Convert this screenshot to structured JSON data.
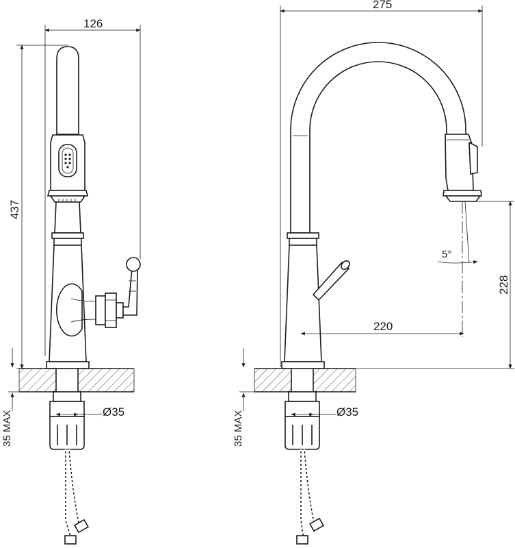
{
  "front_view": {
    "width": "126",
    "height": "437",
    "hose_diameter": "Ø35",
    "mounting": "35 MAX"
  },
  "side_view": {
    "width": "275",
    "spout_height": "228",
    "reach": "220",
    "angle": "5°",
    "hose_diameter": "Ø35",
    "mounting": "35 MAX"
  }
}
